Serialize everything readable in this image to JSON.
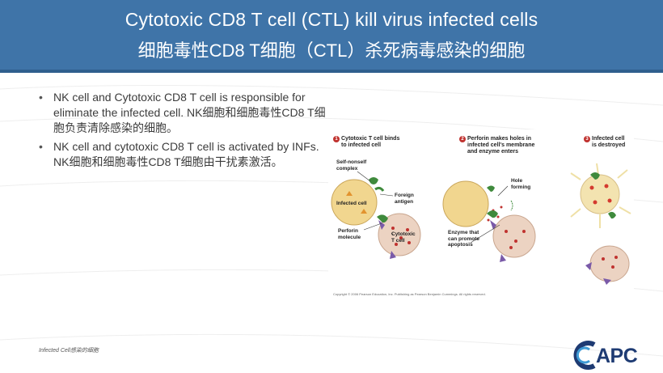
{
  "header": {
    "title_en": "Cytotoxic CD8 T cell (CTL) kill virus infected cells",
    "title_zh": "细胞毒性CD8 T细胞（CTL）杀死病毒感染的细胞"
  },
  "bullets": [
    "NK cell and Cytotoxic CD8 T cell is responsible for eliminate the infected cell. NK细胞和细胞毒性CD8 T细胞负责清除感染的细胞。",
    "NK cell and cytotoxic CD8 T cell is activated by INFs. NK细胞和细胞毒性CD8 T细胞由干扰素激活。"
  ],
  "figure": {
    "step1": {
      "num": "1",
      "line1": "Cytotoxic T cell binds",
      "line2": "to infected cell"
    },
    "step2": {
      "num": "2",
      "line1": "Perforin makes holes in",
      "line2": "infected cell's membrane",
      "line3": "and enzyme enters"
    },
    "step3": {
      "num": "3",
      "line1": "Infected cell",
      "line2": "is destroyed"
    },
    "labels": {
      "self_nonself_1": "Self-nonself",
      "self_nonself_2": "complex",
      "foreign_1": "Foreign",
      "foreign_2": "antigen",
      "infected_cell": "Infected cell",
      "perforin_1": "Perforin",
      "perforin_2": "molecule",
      "ctl_1": "Cytotoxic",
      "ctl_2": "T cell",
      "hole_1": "Hole",
      "hole_2": "forming",
      "enzyme_1": "Enzyme that",
      "enzyme_2": "can promote",
      "enzyme_3": "apoptosis"
    },
    "copyright": "Copyright © 2006 Pearson Education, Inc. Publishing as Pearson Benjamin Cummings. All rights reserved."
  },
  "footer": {
    "text": "Infected Cell感染的细胞"
  },
  "logo": {
    "text": "APC"
  },
  "colors": {
    "header": "#3f74a8",
    "cell_fill": "#f1d68f",
    "ctl_fill": "#ecd3c2",
    "perforin": "#c0322f",
    "mhc_green": "#3f8a3c",
    "receptor_purple": "#7a5aa8",
    "logo_blue": "#1e3b73"
  }
}
